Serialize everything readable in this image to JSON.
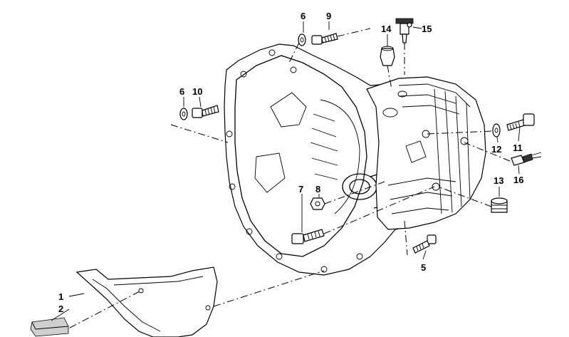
{
  "callouts": [
    {
      "id": "c1",
      "label": "1"
    },
    {
      "id": "c2",
      "label": "2"
    },
    {
      "id": "c5",
      "label": "5"
    },
    {
      "id": "c6a",
      "label": "6"
    },
    {
      "id": "c9",
      "label": "9"
    },
    {
      "id": "c6b",
      "label": "6"
    },
    {
      "id": "c10",
      "label": "10"
    },
    {
      "id": "c7",
      "label": "7"
    },
    {
      "id": "c8",
      "label": "8"
    },
    {
      "id": "c11",
      "label": "11"
    },
    {
      "id": "c12",
      "label": "12"
    },
    {
      "id": "c13",
      "label": "13"
    },
    {
      "id": "c14",
      "label": "14"
    },
    {
      "id": "c15",
      "label": "15"
    },
    {
      "id": "c16",
      "label": "16"
    }
  ]
}
